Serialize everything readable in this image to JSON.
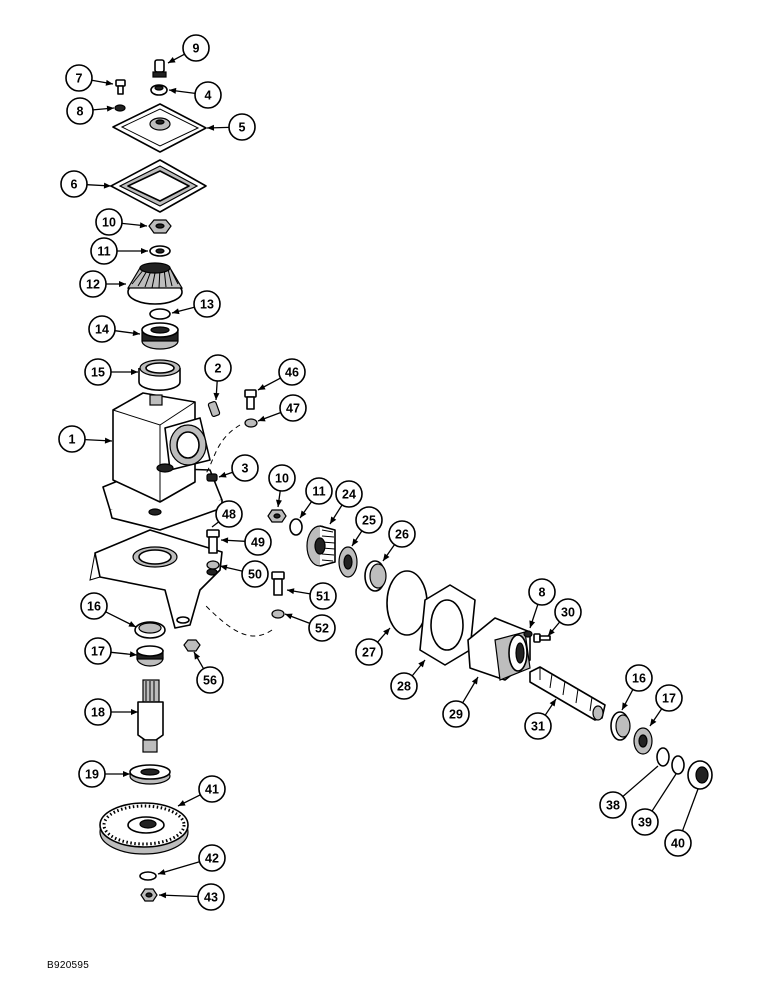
{
  "drawing_code": "B920595",
  "callouts": [
    {
      "id": "c9",
      "label": "9"
    },
    {
      "id": "c7",
      "label": "7"
    },
    {
      "id": "c4",
      "label": "4"
    },
    {
      "id": "c8a",
      "label": "8"
    },
    {
      "id": "c5",
      "label": "5"
    },
    {
      "id": "c6",
      "label": "6"
    },
    {
      "id": "c10a",
      "label": "10"
    },
    {
      "id": "c11a",
      "label": "11"
    },
    {
      "id": "c12",
      "label": "12"
    },
    {
      "id": "c13",
      "label": "13"
    },
    {
      "id": "c14",
      "label": "14"
    },
    {
      "id": "c15",
      "label": "15"
    },
    {
      "id": "c2",
      "label": "2"
    },
    {
      "id": "c46",
      "label": "46"
    },
    {
      "id": "c47",
      "label": "47"
    },
    {
      "id": "c1",
      "label": "1"
    },
    {
      "id": "c3",
      "label": "3"
    },
    {
      "id": "c10b",
      "label": "10"
    },
    {
      "id": "c11b",
      "label": "11"
    },
    {
      "id": "c24",
      "label": "24"
    },
    {
      "id": "c25",
      "label": "25"
    },
    {
      "id": "c26",
      "label": "26"
    },
    {
      "id": "c48",
      "label": "48"
    },
    {
      "id": "c49",
      "label": "49"
    },
    {
      "id": "c50",
      "label": "50"
    },
    {
      "id": "c51",
      "label": "51"
    },
    {
      "id": "c52",
      "label": "52"
    },
    {
      "id": "c8b",
      "label": "8"
    },
    {
      "id": "c30",
      "label": "30"
    },
    {
      "id": "c16a",
      "label": "16"
    },
    {
      "id": "c17a",
      "label": "17"
    },
    {
      "id": "c56",
      "label": "56"
    },
    {
      "id": "c27",
      "label": "27"
    },
    {
      "id": "c28",
      "label": "28"
    },
    {
      "id": "c29",
      "label": "29"
    },
    {
      "id": "c31",
      "label": "31"
    },
    {
      "id": "c16b",
      "label": "16"
    },
    {
      "id": "c17b",
      "label": "17"
    },
    {
      "id": "c18",
      "label": "18"
    },
    {
      "id": "c38",
      "label": "38"
    },
    {
      "id": "c39",
      "label": "39"
    },
    {
      "id": "c40",
      "label": "40"
    },
    {
      "id": "c19",
      "label": "19"
    },
    {
      "id": "c41",
      "label": "41"
    },
    {
      "id": "c42",
      "label": "42"
    },
    {
      "id": "c43",
      "label": "43"
    }
  ]
}
